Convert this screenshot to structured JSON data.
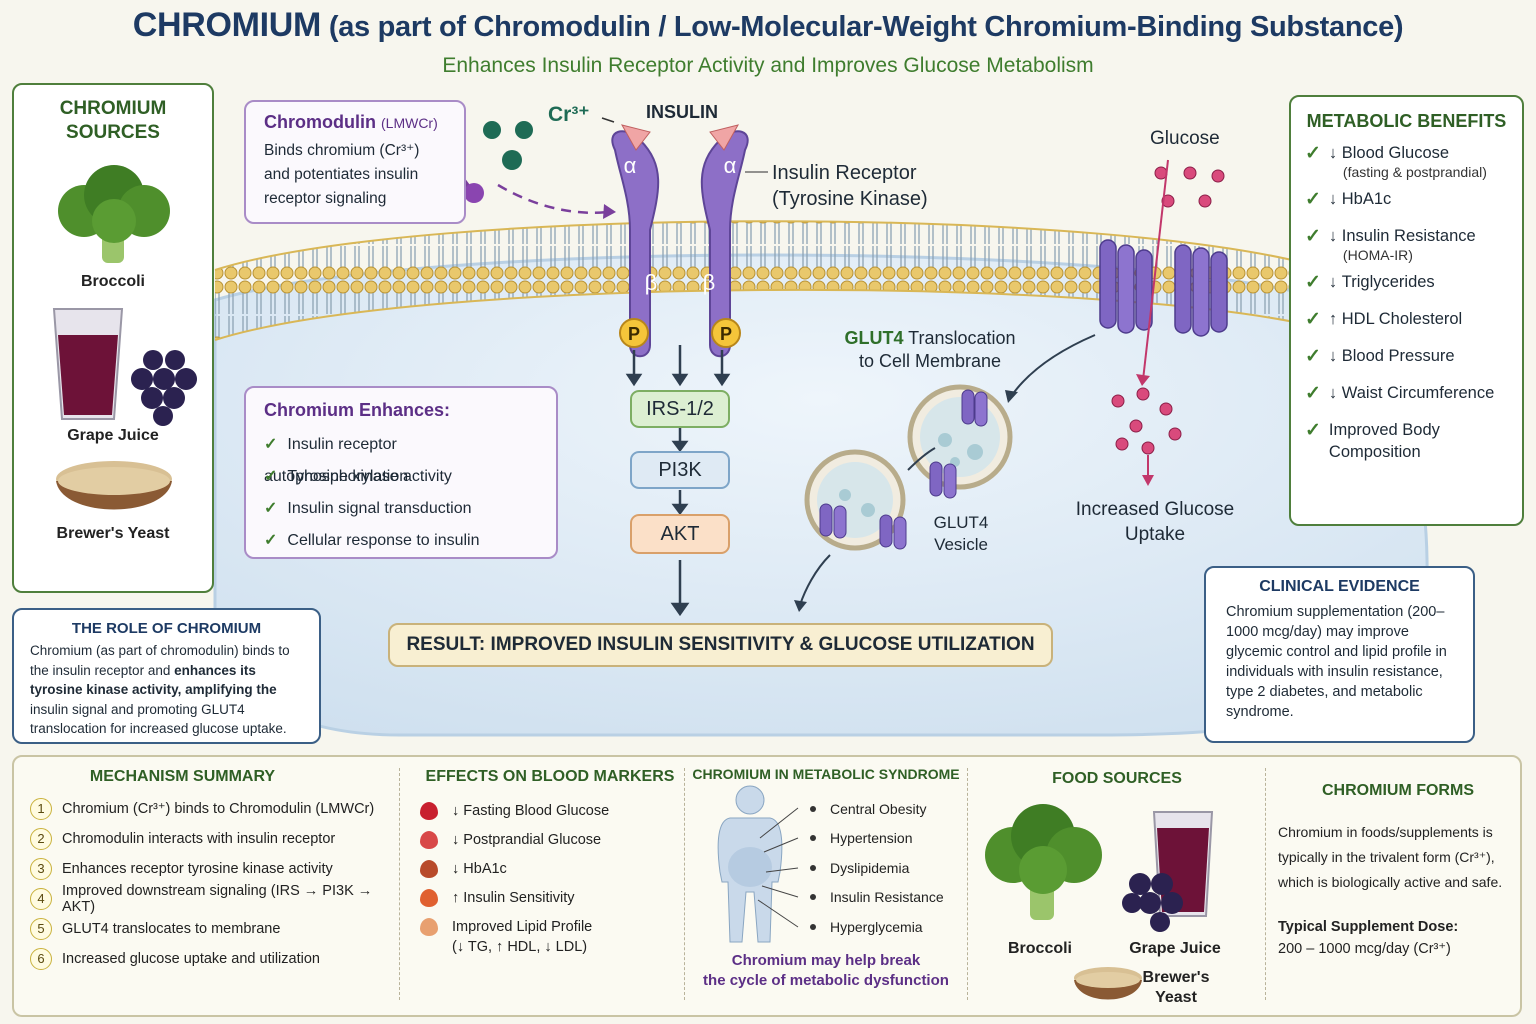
{
  "header": {
    "title_main": "CHROMIUM",
    "title_rest": " (as part of Chromodulin / Low-Molecular-Weight Chromium-Binding Substance)",
    "subtitle": "Enhances Insulin Receptor Activity and Improves Glucose Metabolism"
  },
  "sources": {
    "title_line1": "CHROMIUM",
    "title_line2": "SOURCES",
    "items": [
      "Broccoli",
      "Grape Juice",
      "Brewer's Yeast"
    ]
  },
  "role": {
    "title": "THE ROLE OF CHROMIUM",
    "text_plain1": "Chromium (as part of chromodulin) binds to the insulin receptor and ",
    "text_bold": "enhances its tyrosine kinase activity, amplifying the",
    "text_plain2": " insulin signal and promoting GLUT4 translocation for increased glucose uptake."
  },
  "chromodulin": {
    "title": "Chromodulin",
    "title_abbr": "(LMWCr)",
    "text": "Binds chromium (Cr³⁺) and potentiates insulin receptor signaling"
  },
  "diagram": {
    "cr_label": "Cr³⁺",
    "insulin_label": "INSULIN",
    "receptor_line1": "Insulin Receptor",
    "receptor_line2": "(Tyrosine Kinase)",
    "alpha": "α",
    "beta": "β",
    "phospho": "P",
    "glucose_label": "Glucose",
    "glut4_title_bold": "GLUT4",
    "glut4_title_rest": " Translocation",
    "glut4_title_line2": "to Cell Membrane",
    "glut4_vesicle_line1": "GLUT4",
    "glut4_vesicle_line2": "Vesicle",
    "uptake_line1": "Increased Glucose",
    "uptake_line2": "Uptake"
  },
  "pathway": {
    "steps": [
      "IRS-1/2",
      "PI3K",
      "AKT"
    ],
    "colors": [
      "#dcefd2",
      "#dfeaf4",
      "#fbe0c8"
    ],
    "borders": [
      "#7dae63",
      "#7ea5c8",
      "#d9a06a"
    ]
  },
  "enhances": {
    "title": "Chromium Enhances:",
    "items": [
      "Insulin receptor autophosphorylation",
      "Tyrosine kinase activity",
      "Insulin signal transduction",
      "Cellular response to insulin"
    ]
  },
  "result": {
    "text": "RESULT: IMPROVED INSULIN SENSITIVITY & GLUCOSE UTILIZATION"
  },
  "benefits": {
    "title": "METABOLIC BENEFITS",
    "items": [
      {
        "arrow": "↓",
        "label": "Blood Glucose",
        "sub": "(fasting & postprandial)"
      },
      {
        "arrow": "↓",
        "label": "HbA1c",
        "sub": ""
      },
      {
        "arrow": "↓",
        "label": "Insulin Resistance",
        "sub": "(HOMA-IR)"
      },
      {
        "arrow": "↓",
        "label": "Triglycerides",
        "sub": ""
      },
      {
        "arrow": "↑",
        "label": "HDL Cholesterol",
        "sub": ""
      },
      {
        "arrow": "↓",
        "label": "Blood Pressure",
        "sub": ""
      },
      {
        "arrow": "↓",
        "label": "Waist Circumference",
        "sub": ""
      },
      {
        "arrow": "",
        "label": "Improved Body Composition",
        "sub": ""
      }
    ]
  },
  "clinical": {
    "title": "CLINICAL EVIDENCE",
    "text": "Chromium supplementation (200–1000 mcg/day) may improve glycemic control and lipid profile in individuals with insulin resistance, type 2 diabetes, and metabolic syndrome."
  },
  "mechanism": {
    "title": "MECHANISM SUMMARY",
    "items": [
      "Chromium (Cr³⁺) binds to Chromodulin (LMWCr)",
      "Chromodulin interacts with insulin receptor",
      "Enhances receptor tyrosine kinase activity",
      "Improved downstream signaling (IRS → PI3K → AKT)",
      "GLUT4 translocates to membrane",
      "Increased glucose uptake and utilization"
    ]
  },
  "markers": {
    "title": "EFFECTS ON BLOOD MARKERS",
    "items": [
      "↓ Fasting Blood Glucose",
      "↓ Postprandial Glucose",
      "↓ HbA1c",
      "↑ Insulin Sensitivity",
      "Improved Lipid Profile",
      "(↓ TG, ↑ HDL, ↓ LDL)"
    ]
  },
  "metsyn": {
    "title": "CHROMIUM IN METABOLIC SYNDROME",
    "items": [
      "Central Obesity",
      "Hypertension",
      "Dyslipidemia",
      "Insulin Resistance",
      "Hyperglycemia"
    ],
    "footer_line1": "Chromium may help break",
    "footer_line2": "the cycle of metabolic dysfunction"
  },
  "food": {
    "title": "FOOD SOURCES",
    "broccoli": "Broccoli",
    "grape": "Grape Juice",
    "yeast_line1": "Brewer's",
    "yeast_line2": "Yeast"
  },
  "forms": {
    "title": "CHROMIUM FORMS",
    "text": "Chromium in foods/supplements is typically in the trivalent form (Cr³⁺), which is biologically active and safe.",
    "dose_label": "Typical Supplement Dose:",
    "dose_value": "200 – 1000 mcg/day (Cr³⁺)"
  }
}
